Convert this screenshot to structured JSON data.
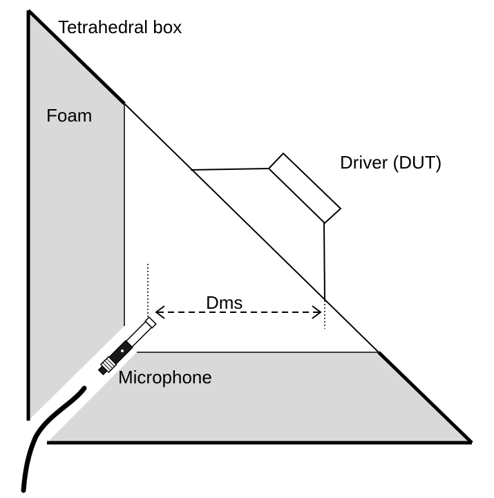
{
  "labels": {
    "box": "Tetrahedral box",
    "foam": "Foam",
    "driver": "Driver (DUT)",
    "distance": "Dms",
    "microphone": "Microphone"
  },
  "colors": {
    "foam_fill": "#d9d9d9",
    "line": "#000000",
    "background": "#ffffff"
  }
}
